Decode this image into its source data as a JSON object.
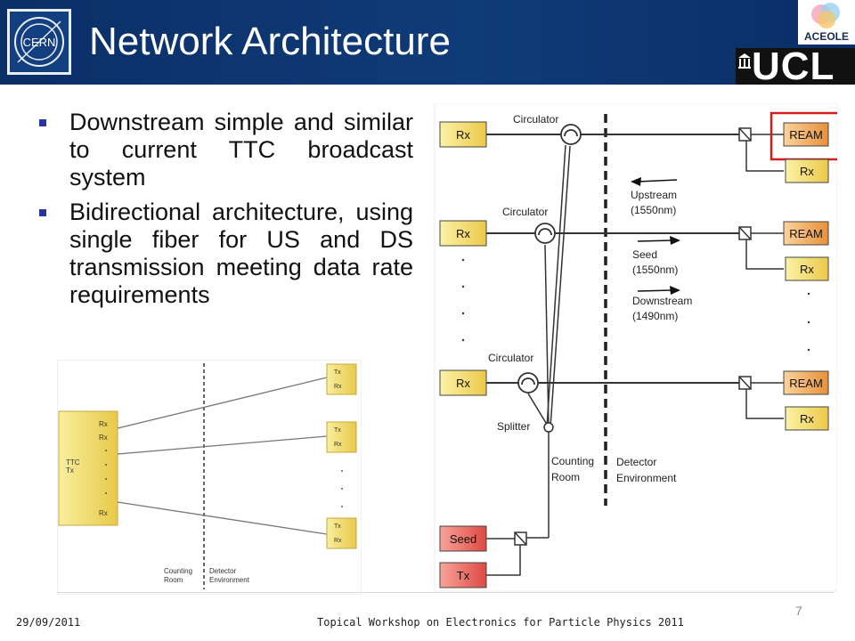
{
  "header": {
    "title": "Network Architecture",
    "cern_logo_text": "CERN",
    "aceole_logo_text": "ACEOLE",
    "ucl_logo_text": "UCL"
  },
  "bullets": [
    "Downstream simple and similar to current TTC broadcast system",
    "Bidirectional architecture, using single fiber for US and DS transmission meeting data rate requirements"
  ],
  "left_diagram": {
    "ttc_label": "TTC",
    "tx_label": "Tx",
    "rx_labels": [
      "Rx",
      "Rx",
      "Rx"
    ],
    "box_tx": "Tx",
    "box_rx": "Rx",
    "counting_room": [
      "Counting",
      "Room"
    ],
    "detector_environment": [
      "Detector",
      "Environment"
    ]
  },
  "right_diagram": {
    "rx": "Rx",
    "ream": "REAM",
    "seed": "Seed",
    "tx": "Tx",
    "circulator": "Circulator",
    "splitter": "Splitter",
    "upstream": [
      "Upstream",
      "(1550nm)"
    ],
    "seed_wave": [
      "Seed",
      "(1550nm)"
    ],
    "downstream": [
      "Downstream",
      "(1490nm)"
    ],
    "counting_room": [
      "Counting",
      "Room"
    ],
    "detector_environment": [
      "Detector",
      "Environment"
    ]
  },
  "footer": {
    "date": "29/09/2011",
    "title": "Topical Workshop on Electronics for Particle Physics 2011",
    "page": "7"
  },
  "colors": {
    "header_bg": "#0f3b78",
    "bullet": "#2a34a6",
    "box_yellow": "#f4e47a",
    "box_orange": "#f0a24a",
    "box_red": "#e8605a",
    "highlight": "#d81c1c"
  }
}
